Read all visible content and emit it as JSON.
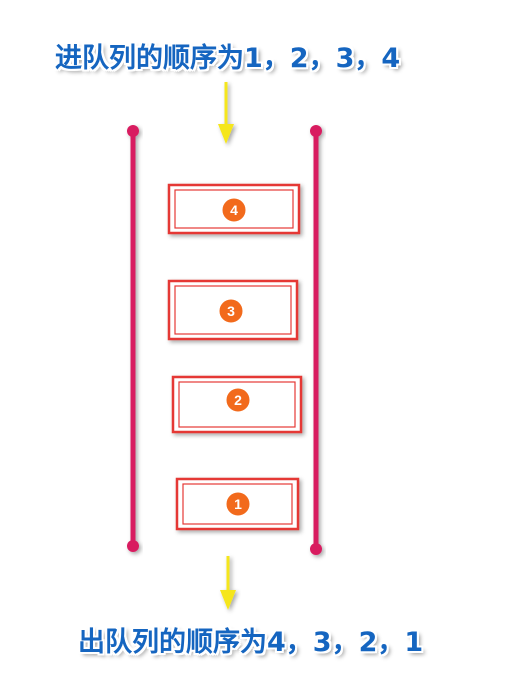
{
  "enqueue_caption": "进队列的顺序为1，2，3，4",
  "dequeue_caption": "出队列的顺序为4，3，2，1",
  "queue_items": [
    {
      "label": "4"
    },
    {
      "label": "3"
    },
    {
      "label": "2"
    },
    {
      "label": "1"
    }
  ],
  "colors": {
    "caption_text": "#1565c0",
    "rail": "#d81b60",
    "box_border": "#e53935",
    "badge_fill": "#f26a1b",
    "arrow": "#f5e61a"
  }
}
